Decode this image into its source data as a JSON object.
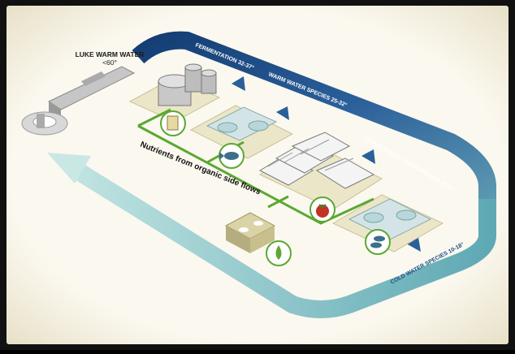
{
  "water_source": {
    "label_line1": "LUKE WARM WATER",
    "label_line2": "<60°"
  },
  "flow_labels": {
    "fermentation": "FERMENTATION 32-37°",
    "warm_water": "WARM WATER SPECIES 25-32°",
    "greenhouse": "GREEN HOUSE HYDROPONICS 18-22°",
    "cold_water": "COLD WATER SPECIES 10-18°"
  },
  "nutrients_label": "Nutrients from organic side flows",
  "icons": [
    "document-icon",
    "fish-icon",
    "tomato-icon",
    "fish-pair-icon",
    "water-drop-icon"
  ],
  "colors": {
    "frame": "#f3eedf",
    "warm_arrow": "#1d4f8a",
    "cold_arrow": "#7cc3c8",
    "nutrient_line": "#5aa832",
    "platform": "#e9e4c7",
    "red": "#c03424"
  }
}
